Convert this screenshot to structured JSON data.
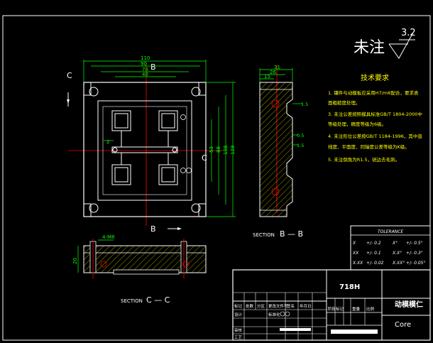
{
  "surface_mark": {
    "label": "未注",
    "roughness": "3.2"
  },
  "tech_req": {
    "title": "技术要求",
    "lines": [
      "1. 镶件与动模板应采用H7/m6配合，要求表",
      "   面粗糙度处理。",
      "3. 未注公差按照模具标准GB/T 1804-2000中",
      "   等级处理，精度等级为6级。",
      "4. 未注形位公差按GB/T 1184-1996，其中直",
      "   线度、平面度、同轴度公差等级为K级。",
      "5. 未注倒角为R1.5，锐边去毛刺。"
    ]
  },
  "dims_top": [
    "110",
    "90",
    "70",
    "40"
  ],
  "dims_side": [
    "31",
    "26",
    "15"
  ],
  "dims_right": [
    "53",
    "88",
    "108",
    "128"
  ],
  "dims_misc": {
    "small_left": "2",
    "thread": "4-M8",
    "bottom_h": "20"
  },
  "side_marks": [
    "1.5",
    "0.5",
    "1.5"
  ],
  "section_marks": {
    "c": "C",
    "b": "B"
  },
  "section_labels": {
    "bb_word": "SECTION",
    "bb": "B — B",
    "cc_word": "SECTION",
    "cc": "C — C"
  },
  "tolerance": {
    "title": "TOLERANCE",
    "rows": [
      [
        "X",
        "+/- 0.2",
        "X°",
        "+/- 0.5°"
      ],
      [
        "XX",
        "+/- 0.1",
        "X.X°",
        "+/- 0.3°"
      ],
      [
        "X.XX",
        "+/- 0.02",
        "X.XX°",
        "+/- 0.05°"
      ]
    ]
  },
  "title_block": {
    "material": "718H",
    "part_cn": "动模模仁",
    "part_en": "Core",
    "left_rows": [
      "标记",
      "处数",
      "分区",
      "更改文件号",
      "签名",
      "年月日"
    ],
    "left_row2": [
      "设计",
      "",
      "标准化",
      "",
      "",
      ""
    ],
    "left_labels": [
      "审核",
      "工艺"
    ],
    "mid_headers": [
      "阶段标记",
      "重量",
      "比例"
    ]
  },
  "colors": {
    "outline": "#ffffff",
    "dim": "#00ff00",
    "hatch": "#ffff00",
    "center": "#ff0000",
    "accent": "#00ffff"
  }
}
